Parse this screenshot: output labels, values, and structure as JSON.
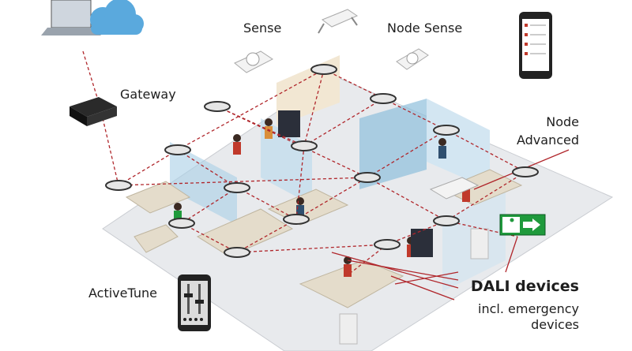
{
  "labels": {
    "sense": "Sense",
    "node_sense": "Node Sense",
    "gateway": "Gateway",
    "node_advanced_line1": "Node",
    "node_advanced_line2": "Advanced",
    "activetune": "ActiveTune",
    "dali_devices": "DALI devices",
    "dali_sub_line1": "incl. emergency",
    "dali_sub_line2": "devices"
  },
  "colors": {
    "connection_line": "#b0262b",
    "exit_sign": "#1f9a3c",
    "floor": "#e9ebee",
    "glass_wall": "#a9cfe6"
  }
}
